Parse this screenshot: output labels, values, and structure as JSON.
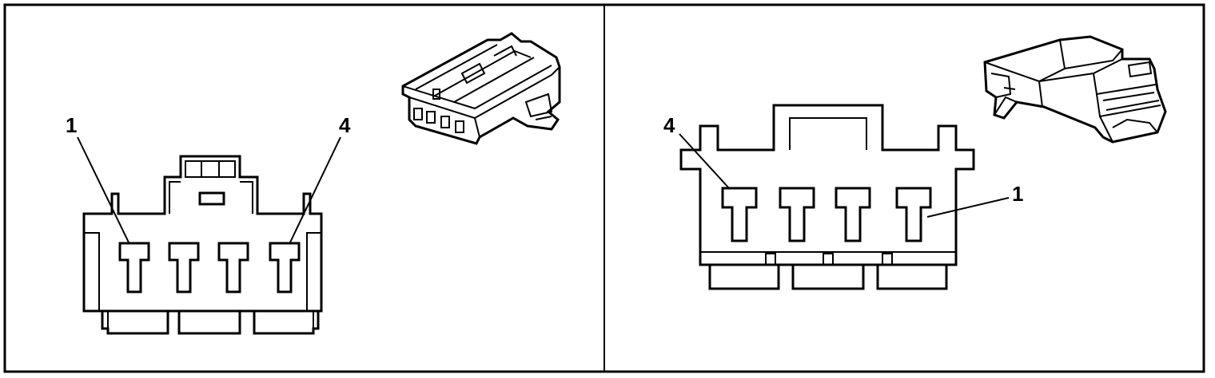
{
  "left_panel": {
    "callouts": [
      {
        "label": "1"
      },
      {
        "label": "4"
      }
    ]
  },
  "right_panel": {
    "callouts": [
      {
        "label": "4"
      },
      {
        "label": "1"
      }
    ]
  }
}
